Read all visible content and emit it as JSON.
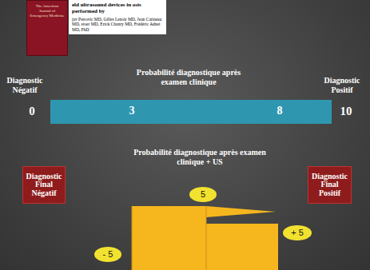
{
  "diagram": {
    "nodes": [
      {
        "text": [
          "The American Journal of Emergency Medicine"
        ]
      },
      {
        "text": [
          "eld ultrasound devices in osis performed by",
          "jav Petrovic MD, Gilles Lenoir MD, Jean Catineau MD, stoer MD, Erick Chanry MD, Frédéric Adnet MD, PhD"
        ]
      },
      {
        "text": [
          "3",
          "8"
        ]
      },
      {
        "text": [
          "Diagnostic Final Négatif"
        ]
      },
      {
        "text": [
          "Diagnostic Final Positif"
        ]
      },
      {
        "text": [
          "5"
        ]
      },
      {
        "text": [
          "+ 5"
        ]
      },
      {
        "text": [
          "- 5"
        ]
      }
    ],
    "labels": [
      "Probabilité diagnostique après examen clinique",
      "Diagnostic Négatif",
      "Diagnostic Positif",
      "0",
      "10",
      "Probabilité diagnostique après examen clinique + US"
    ]
  }
}
